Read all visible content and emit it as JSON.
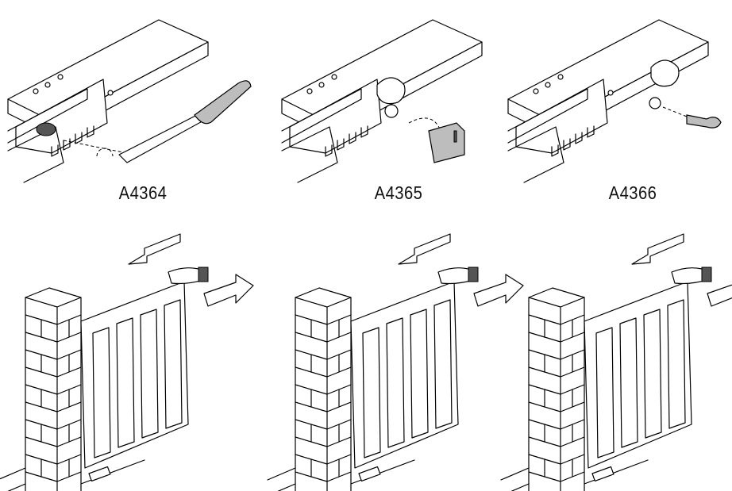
{
  "figure": {
    "panels": [
      {
        "code": "A4364",
        "tool": "release-lever-icon"
      },
      {
        "code": "A4365",
        "tool": "release-key-icon"
      },
      {
        "code": "A4366",
        "tool": "small-key-icon"
      }
    ],
    "gates": [
      {
        "state": "manual-push"
      },
      {
        "state": "manual-push"
      },
      {
        "state": "manual-push"
      }
    ]
  }
}
